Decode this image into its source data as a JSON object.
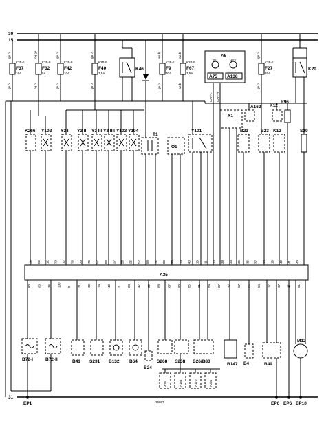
{
  "bus_lines": [
    "30",
    "15",
    "31"
  ],
  "fuses": [
    {
      "id": "F37",
      "panel": "K2B-II",
      "rating": "15A",
      "wires": [
        "gn bl",
        "gn bl"
      ]
    },
    {
      "id": "F32",
      "panel": "K2B-II",
      "rating": "5A",
      "wires": [
        "og gn",
        "og bl"
      ]
    },
    {
      "id": "F42",
      "panel": "K2B-II",
      "rating": "10A",
      "wires": [
        "gn bl",
        "gn bl"
      ]
    },
    {
      "id": "F40",
      "panel": "K2B-II",
      "rating": "7,5A",
      "wires": [
        "gn bl",
        "gn bl"
      ]
    },
    {
      "id": "F9",
      "panel": "K2B-II",
      "rating": "30A",
      "wires": [
        "ws bl",
        "gn bl"
      ]
    },
    {
      "id": "F67",
      "panel": "K2B-II",
      "rating": "7,5A",
      "wires": [
        "ws bl",
        "ws bl"
      ]
    },
    {
      "id": "F27",
      "panel": "K2B-II",
      "rating": "25A",
      "wires": [
        "gn bl",
        "gn bl"
      ]
    }
  ],
  "relays": [
    {
      "id": "K46"
    },
    {
      "id": "K20"
    }
  ],
  "module_a5": {
    "id": "A5",
    "sub1": "A75",
    "sub2": "A138",
    "pins": [
      "P6",
      "HS3"
    ]
  },
  "can": {
    "low": "CAN-L",
    "high": "CAN-H"
  },
  "upper_components": [
    "K266",
    "Y102",
    "Y3 I",
    "Y3 II",
    "Y3 III",
    "Y3 IIII",
    "Y103",
    "Y104",
    "T1",
    "O1",
    "Y101",
    "X1",
    "A162",
    "K12",
    "R96",
    "B23",
    "B23",
    "K12",
    "S39"
  ],
  "ecu": {
    "id": "A35"
  },
  "ecu_top_pins": [
    "59",
    "56",
    "12",
    "70",
    "77",
    "76",
    "20",
    "75",
    "57",
    "69",
    "27",
    "26",
    "25",
    "52",
    "59",
    "72",
    "80",
    "78",
    "79",
    "43",
    "10",
    "11",
    "33",
    "38",
    "34",
    "35",
    "36",
    "37",
    "18",
    "19",
    "42",
    "41",
    "40"
  ],
  "ecu_bottom_pins": [
    "80",
    "63",
    "36",
    "100",
    "8",
    "31",
    "30",
    "14",
    "48",
    "3",
    "23",
    "47",
    "82",
    "88",
    "67",
    "90",
    "85",
    "81",
    "84",
    "27",
    "32",
    "57",
    "25",
    "54",
    "17",
    "37",
    "41",
    "51"
  ],
  "lower_components": [
    "B72-I",
    "B72-II",
    "B41",
    "S231",
    "B132",
    "B64",
    "B24",
    "S268",
    "S238",
    "B26/B83",
    "B147",
    "E4",
    "B49",
    "M12"
  ],
  "lower_sub": [
    "A16",
    "A154",
    "A170",
    "A251"
  ],
  "ground": {
    "points": [
      "EP1",
      "EP6",
      "EP6",
      "EP10"
    ],
    "ref": "36867"
  }
}
